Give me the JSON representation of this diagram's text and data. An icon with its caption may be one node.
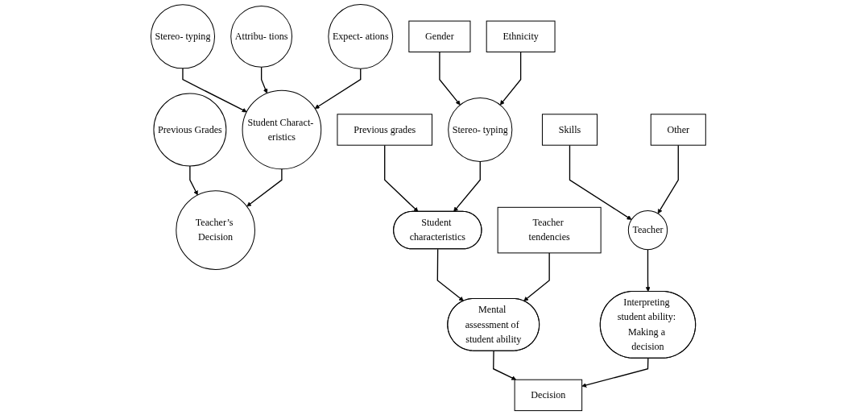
{
  "diagram": {
    "nodes": [
      {
        "text": [
          "Stereo- typing"
        ]
      },
      {
        "text": [
          "Attribu- tions"
        ]
      },
      {
        "text": [
          "Expect- ations"
        ]
      },
      {
        "text": [
          "Previous Grades"
        ]
      },
      {
        "text": [
          "Student Charact- eristics"
        ]
      },
      {
        "text": [
          "Teacher’s Decision"
        ]
      },
      {
        "text": [
          "Gender"
        ]
      },
      {
        "text": [
          "Ethnicity"
        ]
      },
      {
        "text": [
          "Previous grades"
        ]
      },
      {
        "text": [
          "Stereo- typing"
        ]
      },
      {
        "text": [
          "Skills"
        ]
      },
      {
        "text": [
          "Other"
        ]
      },
      {
        "text": [
          "Student characteristics"
        ]
      },
      {
        "text": [
          "Teacher tendencies"
        ]
      },
      {
        "text": [
          "Teacher"
        ]
      },
      {
        "text": [
          "Mental assessment of student ability"
        ]
      },
      {
        "text": [
          "Interpreting student ability: Making a decision"
        ]
      },
      {
        "text": [
          "Decision"
        ]
      }
    ],
    "edges": [
      {
        "from": 0,
        "to": 4,
        "arrow": "to"
      },
      {
        "from": 1,
        "to": 4,
        "arrow": "to"
      },
      {
        "from": 2,
        "to": 4,
        "arrow": "to"
      },
      {
        "from": 3,
        "to": 5,
        "arrow": "to"
      },
      {
        "from": 4,
        "to": 5,
        "arrow": "to"
      },
      {
        "from": 6,
        "to": 9,
        "arrow": "to"
      },
      {
        "from": 7,
        "to": 9,
        "arrow": "to"
      },
      {
        "from": 8,
        "to": 12,
        "arrow": "to"
      },
      {
        "from": 9,
        "to": 12,
        "arrow": "to"
      },
      {
        "from": 10,
        "to": 14,
        "arrow": "to"
      },
      {
        "from": 11,
        "to": 14,
        "arrow": "to"
      },
      {
        "from": 12,
        "to": 15,
        "arrow": "to"
      },
      {
        "from": 13,
        "to": 15,
        "arrow": "to"
      },
      {
        "from": 14,
        "to": 16,
        "arrow": "to"
      },
      {
        "from": 15,
        "to": 17,
        "arrow": "to"
      },
      {
        "from": 16,
        "to": 17,
        "arrow": "to"
      }
    ]
  }
}
